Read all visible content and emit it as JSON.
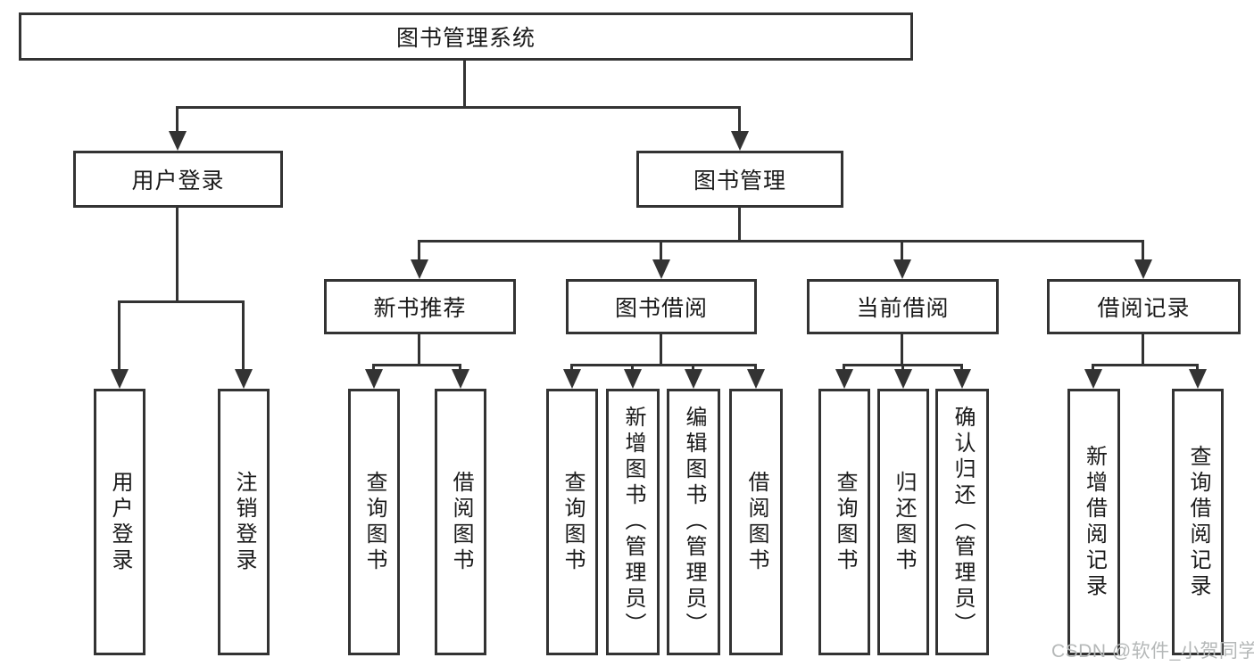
{
  "colors": {
    "background": "#ffffff",
    "line": "#333333",
    "node_border": "#333333",
    "node_text": "#1a1a1a",
    "watermark_text": "#b5b8b8"
  },
  "tree": {
    "root": "图书管理系统",
    "level2": [
      "用户登录",
      "图书管理"
    ],
    "level3": [
      "新书推荐",
      "图书借阅",
      "当前借阅",
      "借阅记录"
    ],
    "leaves": {
      "user_login": [
        "用户登录",
        "注销登录"
      ],
      "new_book_rec": [
        "查询图书",
        "借阅图书"
      ],
      "book_borrow": [
        "查询图书",
        "新增图书（管理员）",
        "编辑图书（管理员）",
        "借阅图书"
      ],
      "current_borrow": [
        "查询图书",
        "归还图书",
        "确认归还（管理员）"
      ],
      "borrow_record": [
        "新增借阅记录",
        "查询借阅记录"
      ]
    }
  },
  "watermark": "CSDN @软件_小贺同学"
}
